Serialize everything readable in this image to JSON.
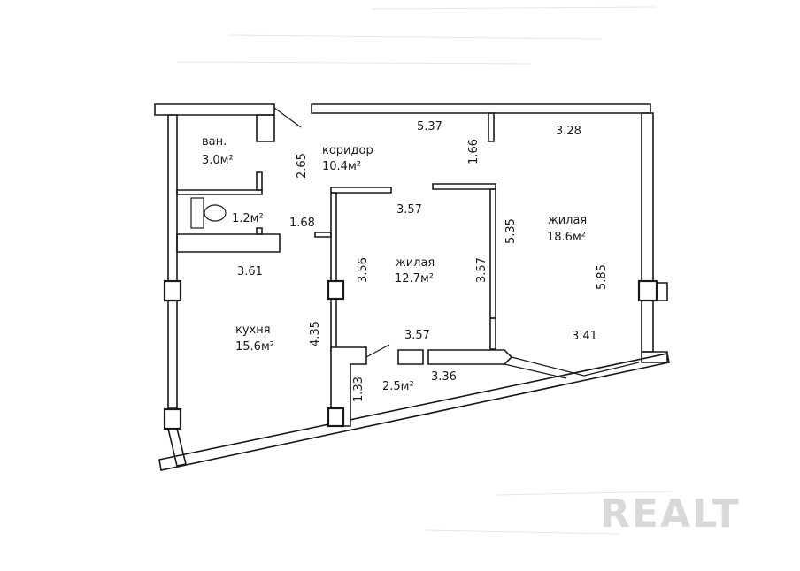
{
  "rooms": {
    "bath": {
      "name": "ван.",
      "area": "3.0м²"
    },
    "wc": {
      "area": "1.2м²"
    },
    "corridor": {
      "name": "коридор",
      "area": "10.4м²"
    },
    "living_small": {
      "name": "жилая",
      "area": "12.7м²"
    },
    "living_large": {
      "name": "жилая",
      "area": "18.6м²"
    },
    "kitchen": {
      "name": "кухня",
      "area": "15.6м²"
    },
    "balcony": {
      "area": "2.5м²"
    }
  },
  "dimensions": {
    "top_corridor": "5.37",
    "top_right": "3.28",
    "corridor_height": "2.65",
    "wall_segment": "1.66",
    "corridor_width": "1.68",
    "living_small_top": "3.57",
    "living_large_side": "5.35",
    "kitchen_width": "3.61",
    "living_small_left": "3.56",
    "living_small_right": "3.57",
    "living_large_right": "5.85",
    "kitchen_height": "4.35",
    "living_small_bottom": "3.57",
    "living_large_bottom": "3.41",
    "balcony_width": "3.36",
    "balcony_depth": "1.33"
  },
  "watermark": "REALT"
}
